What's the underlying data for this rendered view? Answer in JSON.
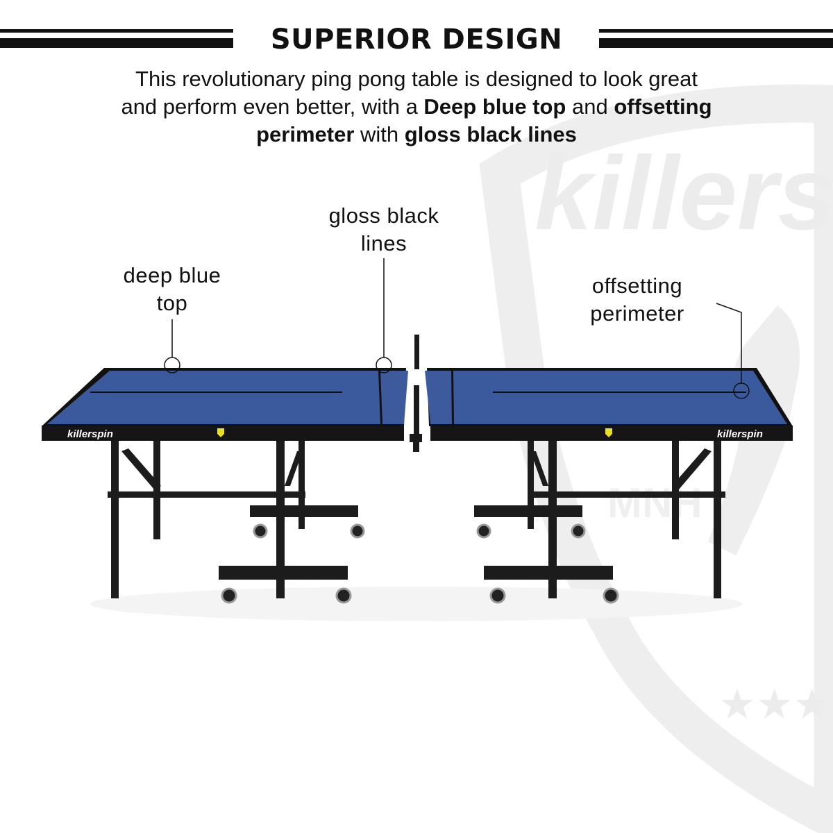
{
  "header": {
    "title": "SUPERIOR DESIGN",
    "desc_line1": "This revolutionary ping pong table is designed to look great",
    "desc_line2_a": "and perform even better, with a ",
    "desc_line2_b": "Deep blue top",
    "desc_line2_c": " and ",
    "desc_line2_d": "offsetting",
    "desc_line3_a": "perimeter",
    "desc_line3_b": " with ",
    "desc_line3_c": "gloss black lines"
  },
  "callouts": [
    {
      "line1": "deep blue",
      "line2": "top"
    },
    {
      "line1": "gloss black",
      "line2": "lines"
    },
    {
      "line1": "offsetting",
      "line2": "perimeter"
    }
  ],
  "product": {
    "brand": "killerspin",
    "watermark_text": "killers",
    "watermark_sub": "MNH",
    "colors": {
      "table_top": "#3b5a9e",
      "frame": "#1a1a1a",
      "watermark": "#ececec"
    }
  }
}
